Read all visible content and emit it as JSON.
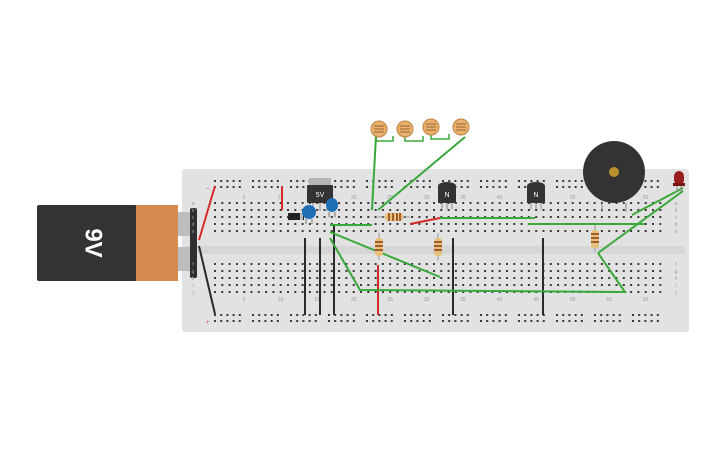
{
  "battery": {
    "label": "9V"
  },
  "regulator": {
    "label": "5V"
  },
  "transistors": [
    {
      "label": "N"
    },
    {
      "label": "N"
    }
  ],
  "breadboard": {
    "column_numbers": [
      "5",
      "10",
      "15",
      "20",
      "25",
      "30",
      "35",
      "40",
      "45",
      "50",
      "55",
      "60"
    ],
    "row_letters_top": [
      "a",
      "b",
      "c",
      "d",
      "e"
    ],
    "row_letters_bottom": [
      "f",
      "g",
      "h",
      "i",
      "j"
    ]
  },
  "colors": {
    "battery_body": "#333333",
    "battery_cap": "#d58a4e",
    "board": "#e2e2e2",
    "wire_green": "#3aa83a",
    "wire_red": "#d42a2a",
    "wire_black": "#2a2a2a",
    "capacitor": "#1f6fb5",
    "led": "#9b1c1c",
    "buzzer": "#333333",
    "ldr": "#d99a4c"
  }
}
